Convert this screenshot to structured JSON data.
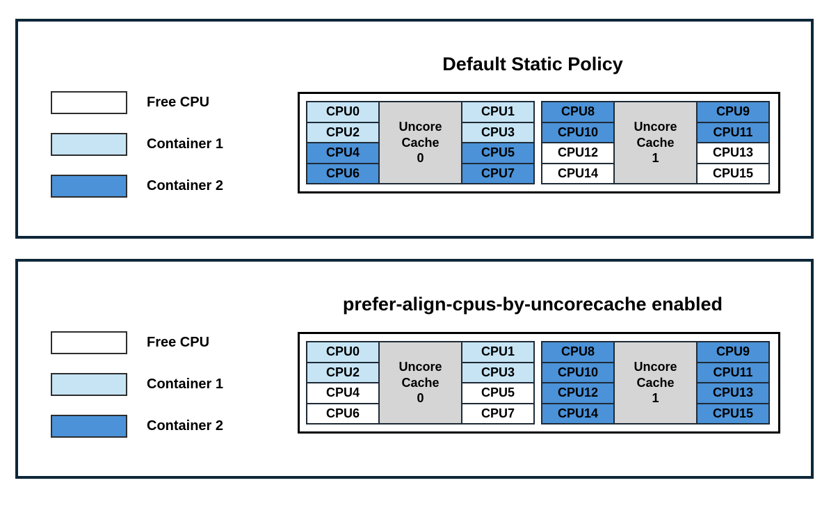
{
  "colors": {
    "free": "#FFFFFF",
    "container1": "#C6E4F4",
    "container2": "#4B92D8",
    "cache_fill": "#D5D5D5",
    "panel_border": "#0D2738",
    "cell_border": "#1E2A36",
    "diagram_border": "#000000"
  },
  "legend": {
    "items": [
      {
        "label": "Free CPU",
        "state": "free"
      },
      {
        "label": "Container 1",
        "state": "container1"
      },
      {
        "label": "Container 2",
        "state": "container2"
      }
    ]
  },
  "panels": [
    {
      "title": "Default Static Policy",
      "groups": [
        {
          "cache_label": [
            "Uncore",
            "Cache",
            "0"
          ],
          "left_cpus": [
            {
              "label": "CPU0",
              "state": "container1"
            },
            {
              "label": "CPU2",
              "state": "container1"
            },
            {
              "label": "CPU4",
              "state": "container2"
            },
            {
              "label": "CPU6",
              "state": "container2"
            }
          ],
          "right_cpus": [
            {
              "label": "CPU1",
              "state": "container1"
            },
            {
              "label": "CPU3",
              "state": "container1"
            },
            {
              "label": "CPU5",
              "state": "container2"
            },
            {
              "label": "CPU7",
              "state": "container2"
            }
          ]
        },
        {
          "cache_label": [
            "Uncore",
            "Cache",
            "1"
          ],
          "left_cpus": [
            {
              "label": "CPU8",
              "state": "container2"
            },
            {
              "label": "CPU10",
              "state": "container2"
            },
            {
              "label": "CPU12",
              "state": "free"
            },
            {
              "label": "CPU14",
              "state": "free"
            }
          ],
          "right_cpus": [
            {
              "label": "CPU9",
              "state": "container2"
            },
            {
              "label": "CPU11",
              "state": "container2"
            },
            {
              "label": "CPU13",
              "state": "free"
            },
            {
              "label": "CPU15",
              "state": "free"
            }
          ]
        }
      ]
    },
    {
      "title": "prefer-align-cpus-by-uncorecache enabled",
      "groups": [
        {
          "cache_label": [
            "Uncore",
            "Cache",
            "0"
          ],
          "left_cpus": [
            {
              "label": "CPU0",
              "state": "container1"
            },
            {
              "label": "CPU2",
              "state": "container1"
            },
            {
              "label": "CPU4",
              "state": "free"
            },
            {
              "label": "CPU6",
              "state": "free"
            }
          ],
          "right_cpus": [
            {
              "label": "CPU1",
              "state": "container1"
            },
            {
              "label": "CPU3",
              "state": "container1"
            },
            {
              "label": "CPU5",
              "state": "free"
            },
            {
              "label": "CPU7",
              "state": "free"
            }
          ]
        },
        {
          "cache_label": [
            "Uncore",
            "Cache",
            "1"
          ],
          "left_cpus": [
            {
              "label": "CPU8",
              "state": "container2"
            },
            {
              "label": "CPU10",
              "state": "container2"
            },
            {
              "label": "CPU12",
              "state": "container2"
            },
            {
              "label": "CPU14",
              "state": "container2"
            }
          ],
          "right_cpus": [
            {
              "label": "CPU9",
              "state": "container2"
            },
            {
              "label": "CPU11",
              "state": "container2"
            },
            {
              "label": "CPU13",
              "state": "container2"
            },
            {
              "label": "CPU15",
              "state": "container2"
            }
          ]
        }
      ]
    }
  ]
}
